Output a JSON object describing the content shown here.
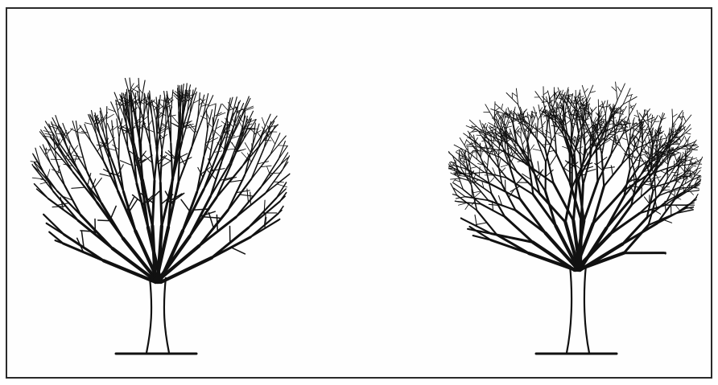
{
  "illustration": {
    "ink_color": "#111111",
    "paper_color": "#ffffff",
    "frame_color": "#2a2a2a",
    "trees": [
      {
        "name": "left-tree",
        "style": "open-vertical"
      },
      {
        "name": "right-tree",
        "style": "dense-crossing"
      }
    ]
  }
}
